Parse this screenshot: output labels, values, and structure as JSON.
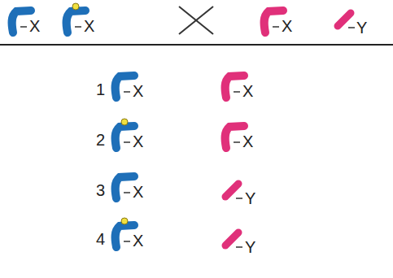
{
  "diagram": {
    "labels": [
      "X",
      "X",
      "X",
      "Y",
      "1",
      "X",
      "X",
      "2",
      "X",
      "X",
      "3",
      "X",
      "Y",
      "4",
      "X",
      "Y"
    ]
  }
}
